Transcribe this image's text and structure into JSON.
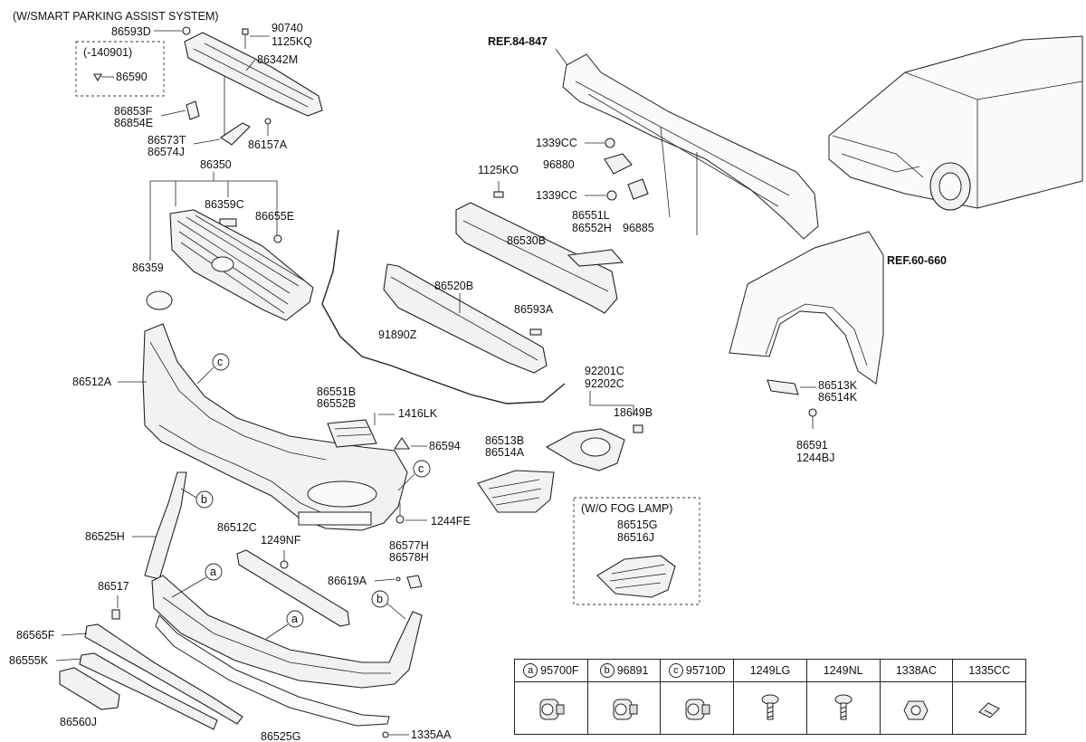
{
  "header_note": "(W/SMART PARKING ASSIST SYSTEM)",
  "date_note": "(-140901)",
  "fog_note": "(W/O FOG LAMP)",
  "refs": [
    "REF.84-847",
    "REF.60-660"
  ],
  "labels": {
    "p86593D": "86593D",
    "p90740": "90740",
    "p1125KQ": "1125KQ",
    "p86342M": "86342M",
    "p86590": "86590",
    "p86853F": "86853F",
    "p86854E": "86854E",
    "p86573T": "86573T",
    "p86574J": "86574J",
    "p86157A": "86157A",
    "p86350": "86350",
    "p86359C": "86359C",
    "p86655E": "86655E",
    "p86359": "86359",
    "p86512A": "86512A",
    "p91890Z": "91890Z",
    "p86520B": "86520B",
    "p86530B": "86530B",
    "p1125KO": "1125KO",
    "p1339CC_a": "1339CC",
    "p96880": "96880",
    "p1339CC_b": "1339CC",
    "p96885": "96885",
    "p86551L": "86551L",
    "p86552H": "86552H",
    "p86593A": "86593A",
    "p86551B": "86551B",
    "p86552B": "86552B",
    "p1416LK": "1416LK",
    "p86594": "86594",
    "p92201C": "92201C",
    "p92202C": "92202C",
    "p18649B": "18649B",
    "p86513B": "86513B",
    "p86514A": "86514A",
    "p86513K": "86513K",
    "p86514K": "86514K",
    "p86591": "86591",
    "p1244BJ": "1244BJ",
    "p1244FE": "1244FE",
    "p86525H": "86525H",
    "p86512C": "86512C",
    "p1249NF": "1249NF",
    "p86577H": "86577H",
    "p86578H": "86578H",
    "p86619A": "86619A",
    "p86517": "86517",
    "p86565F": "86565F",
    "p86555K": "86555K",
    "p86560J": "86560J",
    "p86525G": "86525G",
    "p1335AA": "1335AA",
    "p86515G": "86515G",
    "p86516J": "86516J"
  },
  "callouts": {
    "a": "a",
    "b": "b",
    "c": "c"
  },
  "legend": [
    {
      "key": "a",
      "part": "95700F",
      "icon": "parking-sensor-icon"
    },
    {
      "key": "b",
      "part": "96891",
      "icon": "parking-sensor-icon"
    },
    {
      "key": "c",
      "part": "95710D",
      "icon": "parking-sensor-icon"
    },
    {
      "key": "",
      "part": "1249LG",
      "icon": "screw-icon"
    },
    {
      "key": "",
      "part": "1249NL",
      "icon": "screw-icon"
    },
    {
      "key": "",
      "part": "1338AC",
      "icon": "nut-icon"
    },
    {
      "key": "",
      "part": "1335CC",
      "icon": "clip-icon"
    }
  ]
}
